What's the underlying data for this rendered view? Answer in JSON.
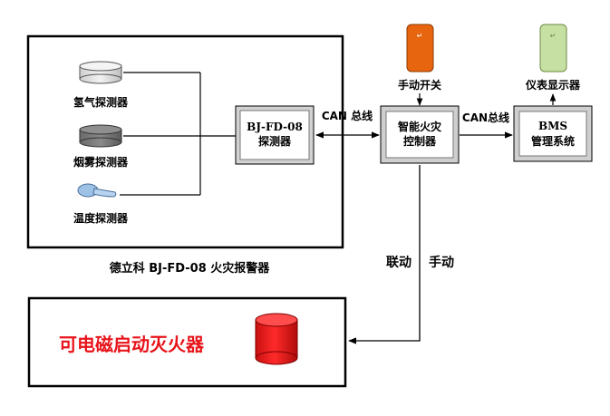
{
  "detector_group": {
    "hydrogen_label": "氢气探测器",
    "smoke_label": "烟雾探测器",
    "temperature_label": "温度探测器",
    "caption": "德立科 BJ-FD-08 火灾报警器"
  },
  "bj_detector": {
    "line1": "BJ-FD-08",
    "line2": "探测器"
  },
  "bus_left_label": "CAN 总线",
  "controller": {
    "line1": "智能火灾",
    "line2": "控制器"
  },
  "bus_right_label": "CAN总线",
  "bms": {
    "line1": "BMS",
    "line2": "管理系统"
  },
  "manual_switch_label": "手动开关",
  "instrument_display_label": "仪表显示器",
  "linkage_label": "联动",
  "manual_label": "手动",
  "extinguisher_label": "可电磁启动灭火器",
  "colors": {
    "extinguisher_text": "#e8141b",
    "cylinder_red": "#e51b1b",
    "switch_orange": "#e6650e",
    "display_green": "#c6dfa2",
    "detector_blue": "#9ec2e6"
  },
  "icons": {
    "return_glyph": "↵"
  }
}
